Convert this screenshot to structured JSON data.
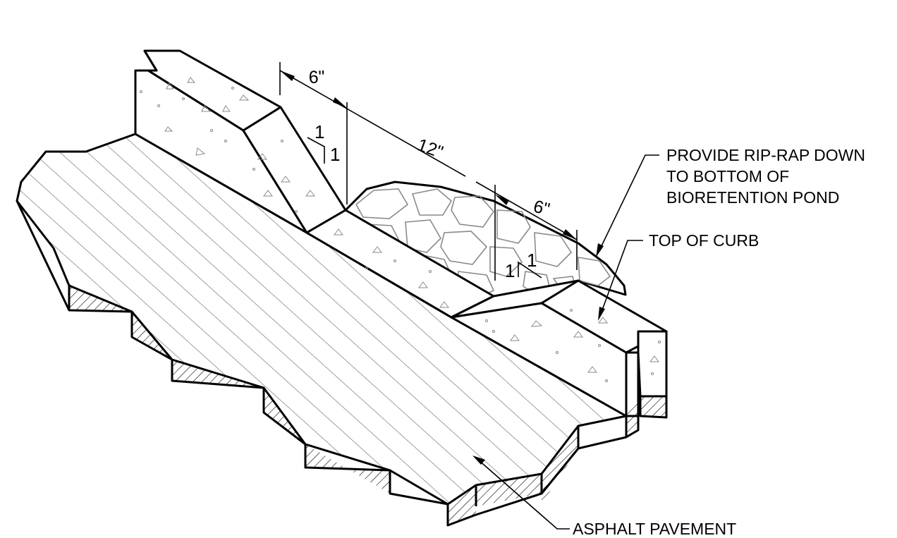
{
  "labels": {
    "riprap_line1": "PROVIDE RIP-RAP DOWN",
    "riprap_line2": "TO BOTTOM OF",
    "riprap_line3": "BIORETENTION POND",
    "top_of_curb": "TOP OF CURB",
    "asphalt": "ASPHALT PAVEMENT"
  },
  "dimensions": {
    "left_width": "6\"",
    "middle_width": "12\"",
    "right_width": "6\""
  },
  "slopes": {
    "left_rise": "1",
    "left_run": "1",
    "right_rise": "1",
    "right_run": "1"
  }
}
